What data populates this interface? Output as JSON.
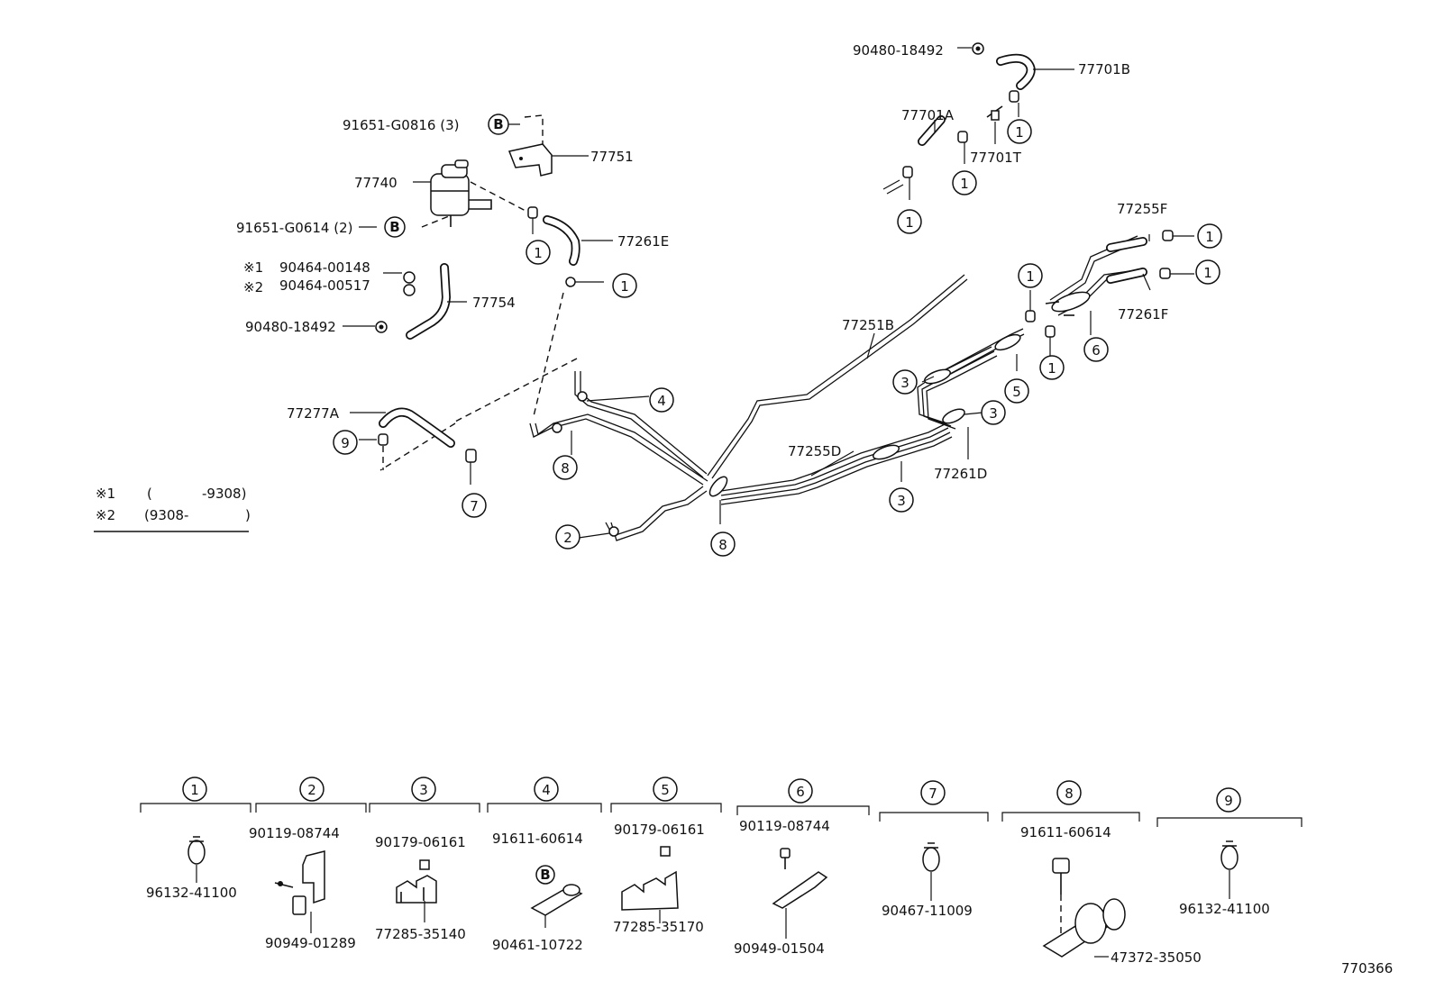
{
  "labels": {
    "p90480_top": "90480-18492",
    "p77701B": "77701B",
    "p77701A": "77701A",
    "p77701T": "77701T",
    "p91651_g0816": "91651-G0816 (3)",
    "p77751": "77751",
    "p77740": "77740",
    "p91651_g0614": "91651-G0614 (2)",
    "p77261E": "77261E",
    "note1_mark": "※1",
    "p90464_00148": "90464-00148",
    "note2_mark": "※2",
    "p90464_00517": "90464-00517",
    "p77754": "77754",
    "p90480_left": "90480-18492",
    "p77255F": "77255F",
    "p77261F": "77261F",
    "p77251B": "77251B",
    "p77277A": "77277A",
    "p77255D": "77255D",
    "p77261D": "77261D"
  },
  "callouts": {
    "b": "B",
    "c1": "1",
    "c2": "2",
    "c3": "3",
    "c4": "4",
    "c5": "5",
    "c6": "6",
    "c7": "7",
    "c8": "8",
    "c9": "9"
  },
  "legend_note": {
    "row1_mark": "※1",
    "row1_open": "(",
    "row1_range": "-9308)",
    "row2_mark": "※2",
    "row2_range": "(9308-",
    "row2_close": ")"
  },
  "detail_groups": {
    "g1": {
      "no": "1",
      "parts": [
        "96132-41100"
      ]
    },
    "g2": {
      "no": "2",
      "parts": [
        "90119-08744",
        "90949-01289"
      ]
    },
    "g3": {
      "no": "3",
      "parts": [
        "90179-06161",
        "77285-35140"
      ]
    },
    "g4": {
      "no": "4",
      "parts": [
        "91611-60614",
        "90461-10722"
      ]
    },
    "g5": {
      "no": "5",
      "parts": [
        "90179-06161",
        "77285-35170"
      ]
    },
    "g6": {
      "no": "6",
      "parts": [
        "90119-08744",
        "90949-01504"
      ]
    },
    "g7": {
      "no": "7",
      "parts": [
        "90467-11009"
      ]
    },
    "g8": {
      "no": "8",
      "parts": [
        "91611-60614",
        "47372-35050"
      ]
    },
    "g9": {
      "no": "9",
      "parts": [
        "96132-41100"
      ]
    }
  },
  "figure_id": "770366"
}
